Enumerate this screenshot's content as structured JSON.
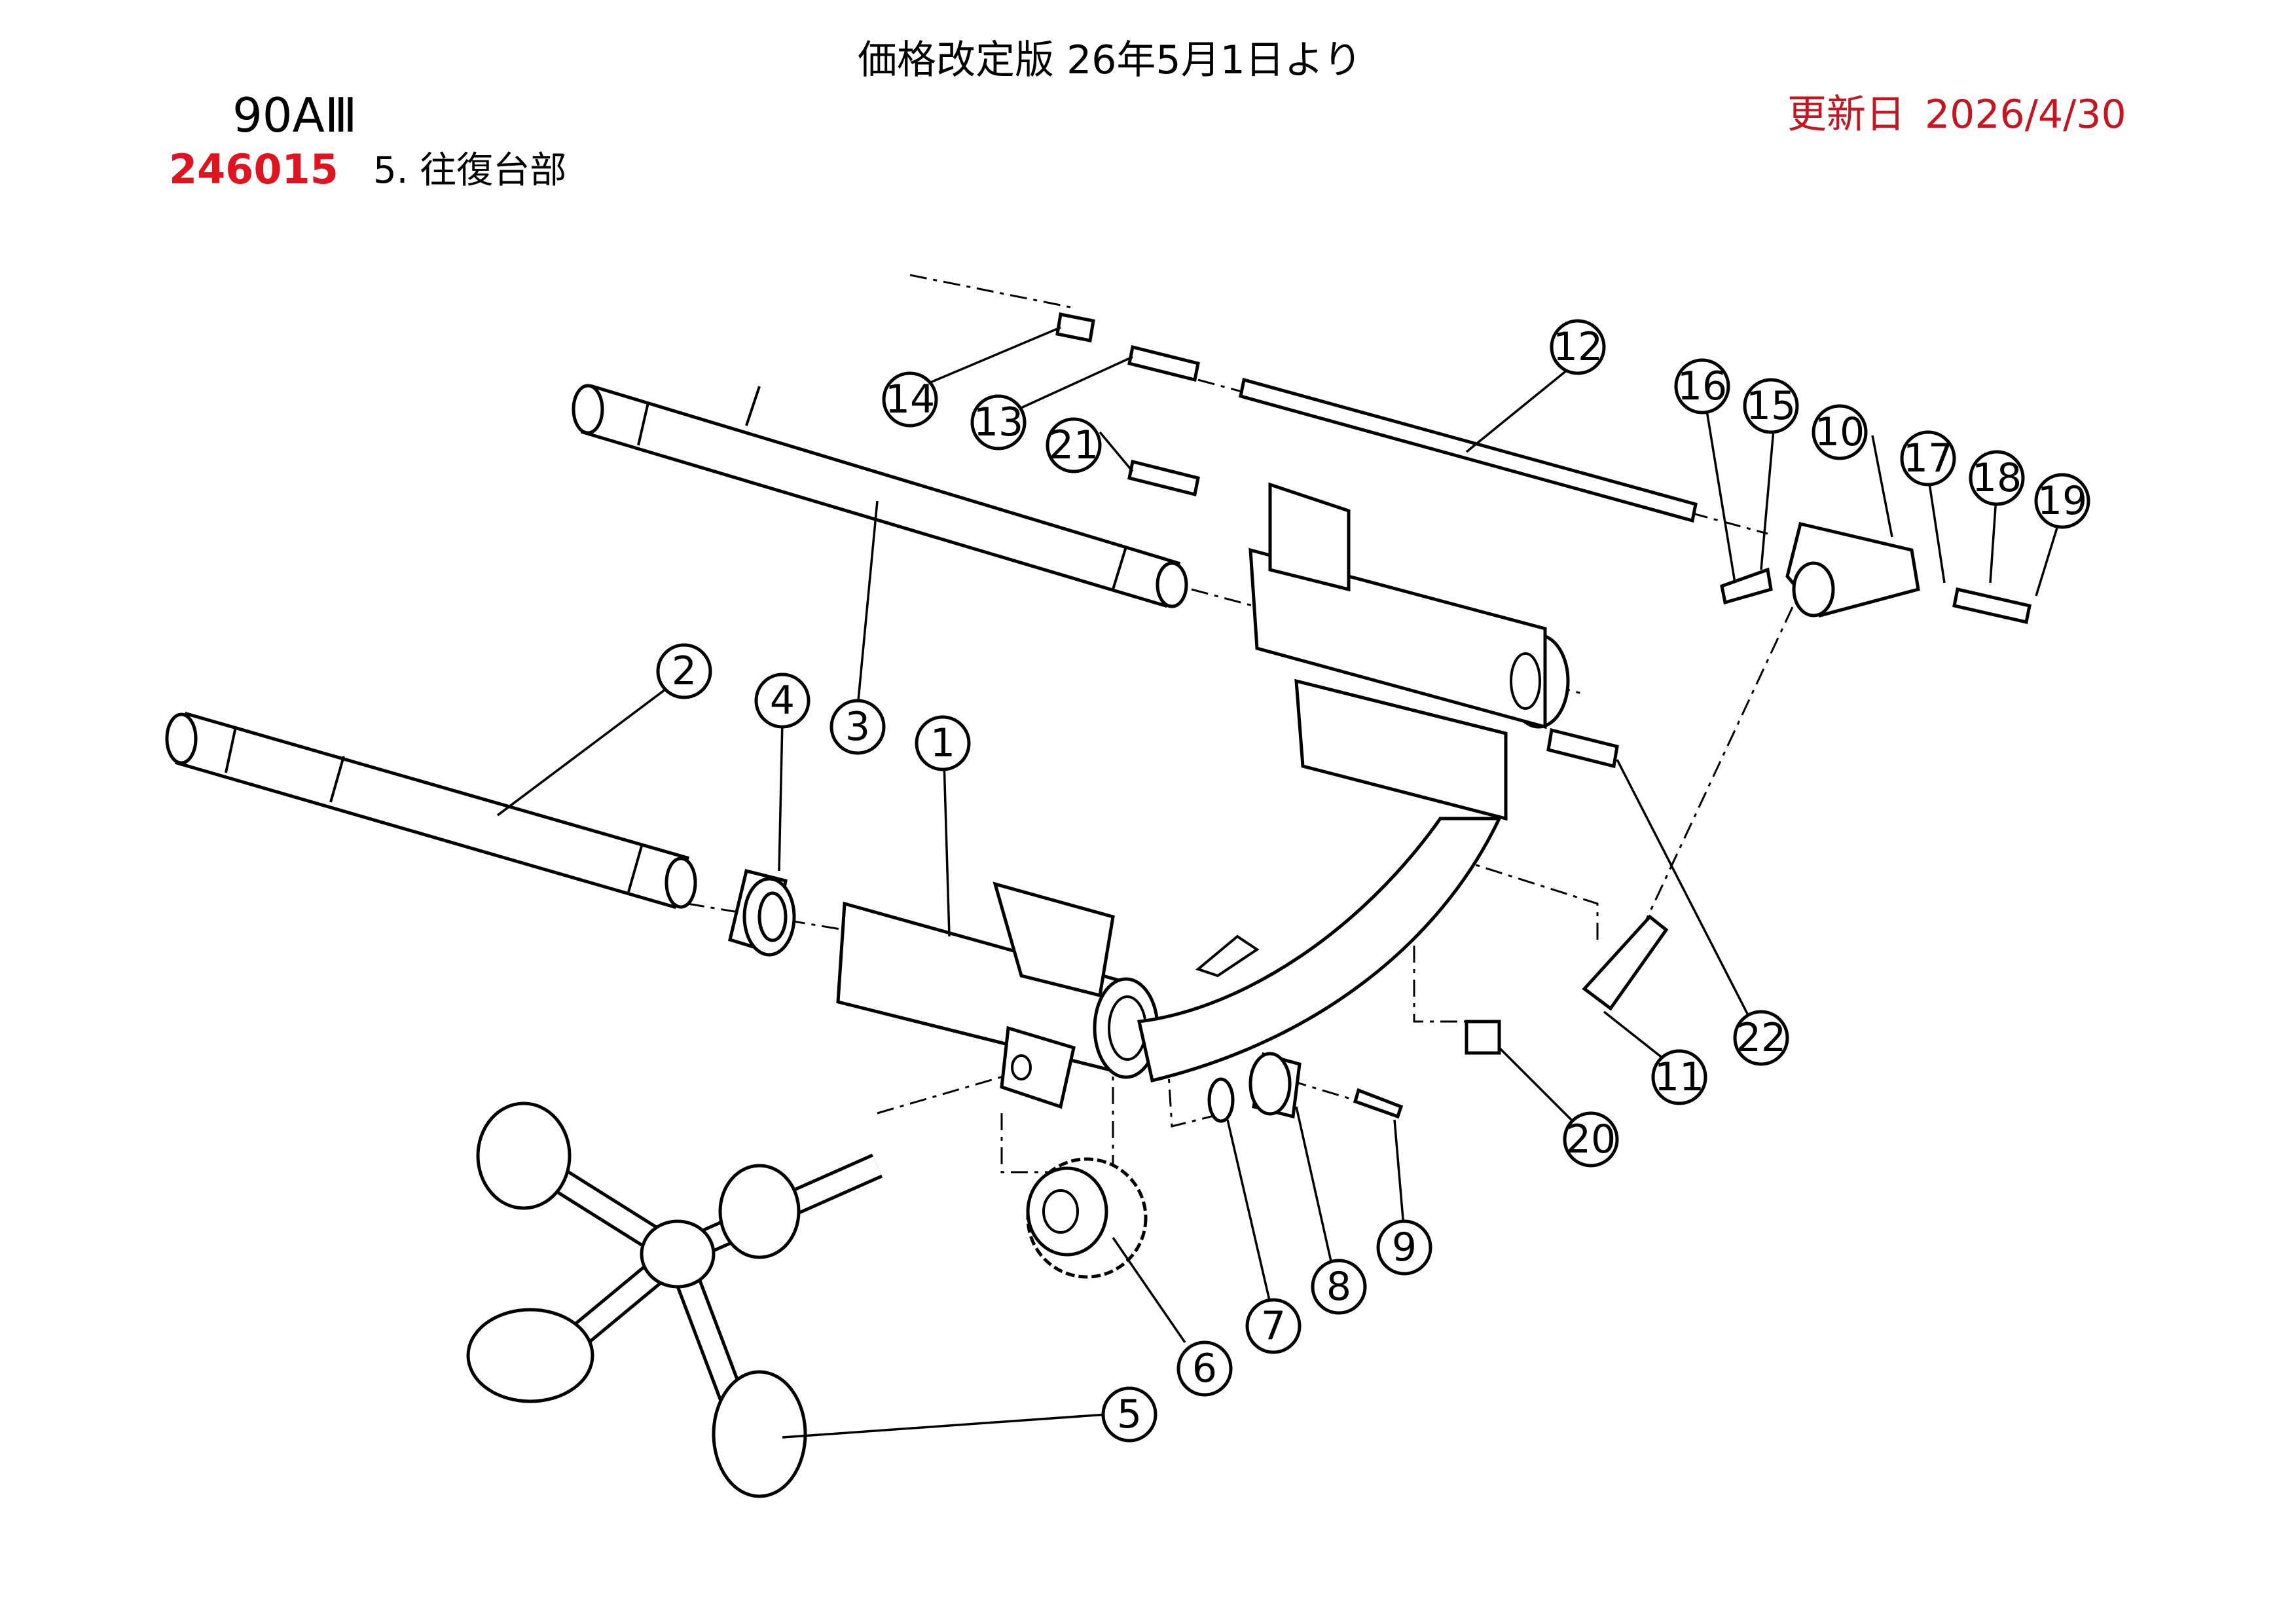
{
  "header": {
    "price_note": "価格改定版 26年5月1日より",
    "model": "90AⅢ",
    "code": "246015",
    "section": "5. 往復台部",
    "updated_label": "更新日",
    "updated_date": "2026/4/30"
  },
  "callouts": [
    {
      "label": "1"
    },
    {
      "label": "2"
    },
    {
      "label": "3"
    },
    {
      "label": "4"
    },
    {
      "label": "5"
    },
    {
      "label": "6"
    },
    {
      "label": "7"
    },
    {
      "label": "8"
    },
    {
      "label": "9"
    },
    {
      "label": "10"
    },
    {
      "label": "11"
    },
    {
      "label": "12"
    },
    {
      "label": "13"
    },
    {
      "label": "14"
    },
    {
      "label": "15"
    },
    {
      "label": "16"
    },
    {
      "label": "17"
    },
    {
      "label": "18"
    },
    {
      "label": "19"
    },
    {
      "label": "20"
    },
    {
      "label": "21"
    },
    {
      "label": "22"
    }
  ]
}
